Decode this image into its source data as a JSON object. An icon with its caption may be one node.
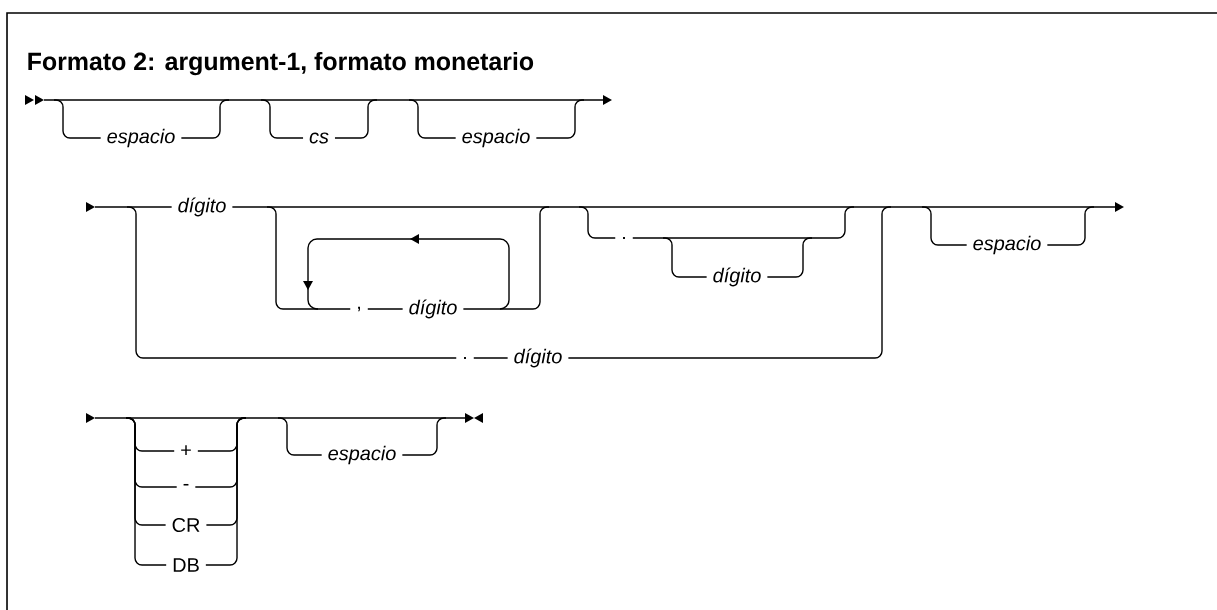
{
  "diagram": {
    "title": "Formato 2: argument-1, formato monetario",
    "labels": [
      "espacio",
      "cs",
      "espacio",
      "dígito",
      ".",
      "espacio",
      "dígito",
      ",",
      "dígito",
      ".",
      "dígito",
      "+",
      "espacio",
      "-",
      "CR",
      "DB"
    ]
  }
}
